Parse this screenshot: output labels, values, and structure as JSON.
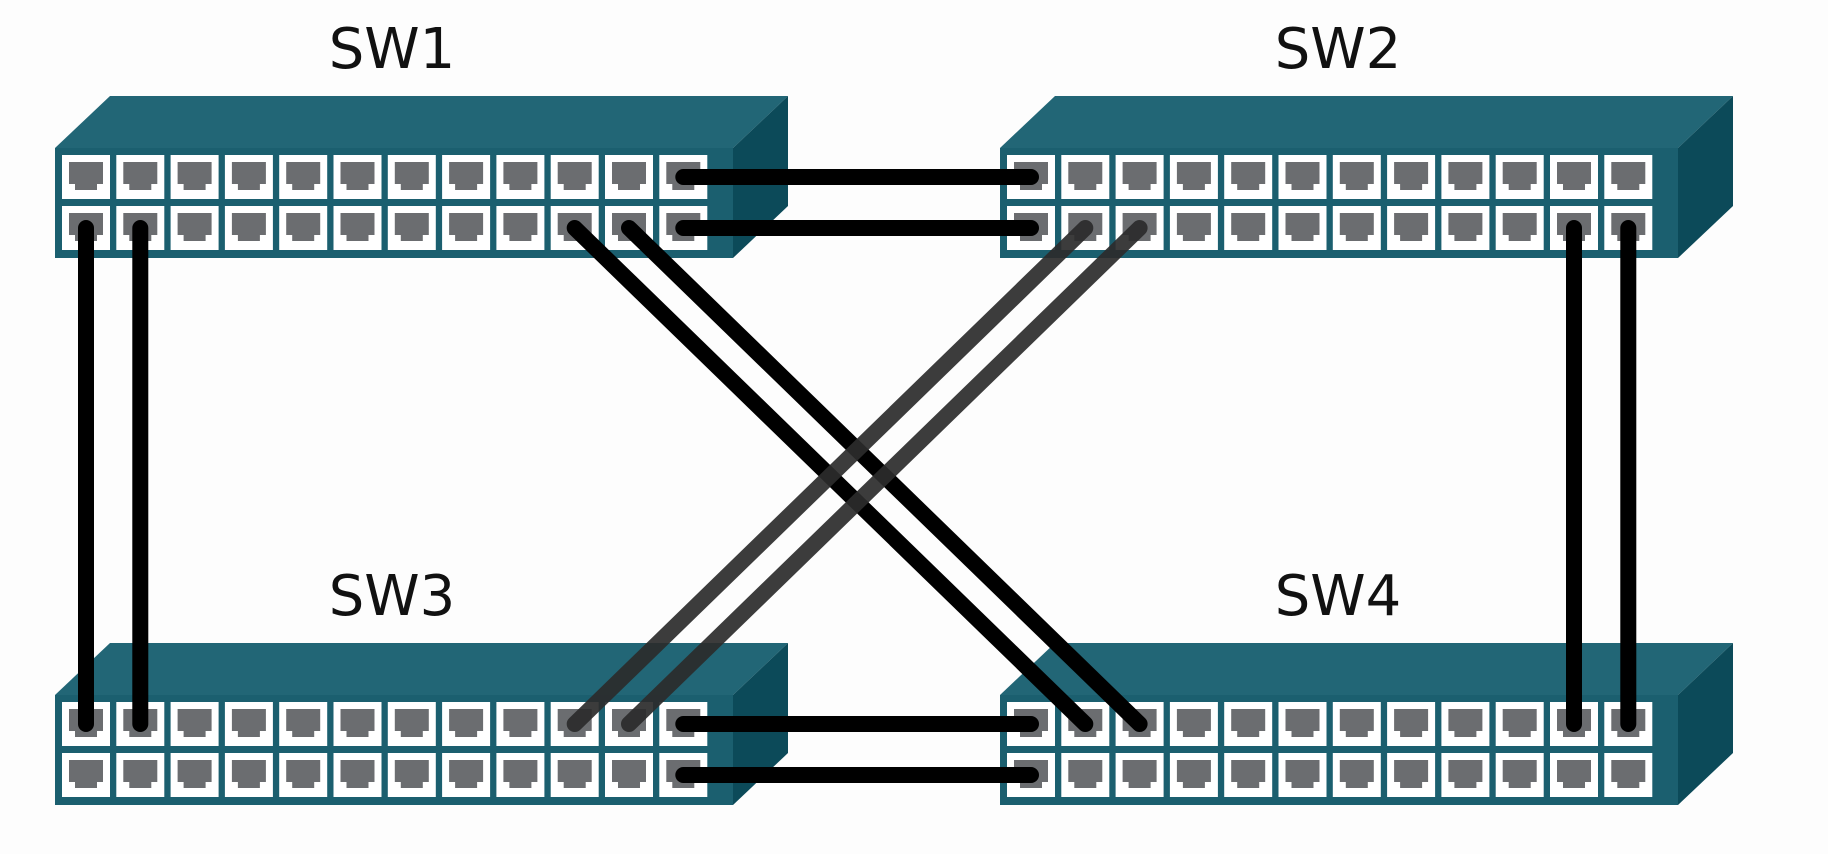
{
  "switches": [
    {
      "id": "sw1",
      "label": "SW1"
    },
    {
      "id": "sw2",
      "label": "SW2"
    },
    {
      "id": "sw3",
      "label": "SW3"
    },
    {
      "id": "sw4",
      "label": "SW4"
    }
  ],
  "ports_per_row": 12,
  "rows": 2,
  "links": [
    {
      "from": "sw1",
      "from_port": "r0p11",
      "to": "sw2",
      "to_port": "r0p0"
    },
    {
      "from": "sw1",
      "from_port": "r1p11",
      "to": "sw2",
      "to_port": "r1p0"
    },
    {
      "from": "sw3",
      "from_port": "r0p11",
      "to": "sw4",
      "to_port": "r0p0"
    },
    {
      "from": "sw3",
      "from_port": "r1p11",
      "to": "sw4",
      "to_port": "r1p0"
    },
    {
      "from": "sw1",
      "from_port": "r1p0",
      "to": "sw3",
      "to_port": "r0p0"
    },
    {
      "from": "sw1",
      "from_port": "r1p1",
      "to": "sw3",
      "to_port": "r0p1"
    },
    {
      "from": "sw2",
      "from_port": "r1p10",
      "to": "sw4",
      "to_port": "r0p10"
    },
    {
      "from": "sw2",
      "from_port": "r1p11",
      "to": "sw4",
      "to_port": "r0p11"
    },
    {
      "from": "sw1",
      "from_port": "r1p9",
      "to": "sw4",
      "to_port": "r0p1"
    },
    {
      "from": "sw1",
      "from_port": "r1p10",
      "to": "sw4",
      "to_port": "r0p2"
    },
    {
      "from": "sw2",
      "from_port": "r1p1",
      "to": "sw3",
      "to_port": "r0p9"
    },
    {
      "from": "sw2",
      "from_port": "r1p2",
      "to": "sw3",
      "to_port": "r0p10"
    }
  ],
  "colors": {
    "chassis_top": "#226676",
    "chassis_front": "#1b5f6f",
    "chassis_side": "#0c4a59",
    "port_frame": "#ffffff",
    "port_socket": "#6b6d70",
    "cable": "#000000"
  }
}
